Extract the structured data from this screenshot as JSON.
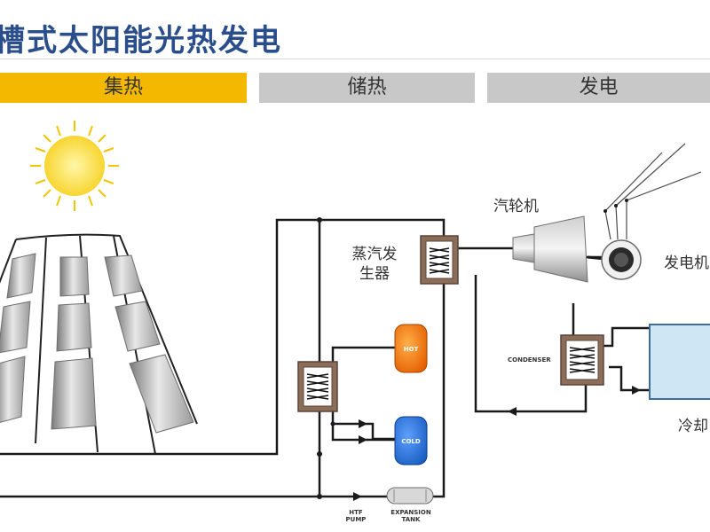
{
  "title": "槽式太阳能光热发电",
  "stages": {
    "collect": "集热",
    "store": "储热",
    "generate": "发电"
  },
  "labels": {
    "steam_generator": "蒸汽发\n生器",
    "turbine": "汽轮机",
    "generator": "发电机",
    "condenser": "CONDENSER",
    "hot_tank": "HOT",
    "cold_tank": "COLD",
    "htf_pump": "HTF\nPUMP",
    "expansion_tank": "EXPANSION\nTANK",
    "cooling": "冷却"
  },
  "colors": {
    "accent_yellow": "#f5b800",
    "stage_gray": "#c8c8c8",
    "title_blue": "#2a4e8c",
    "hot_tank": "#f07a10",
    "cold_tank": "#2a6fd0",
    "exchanger": "#8c6d5a",
    "cooling_tower": "#cfe6f5"
  }
}
